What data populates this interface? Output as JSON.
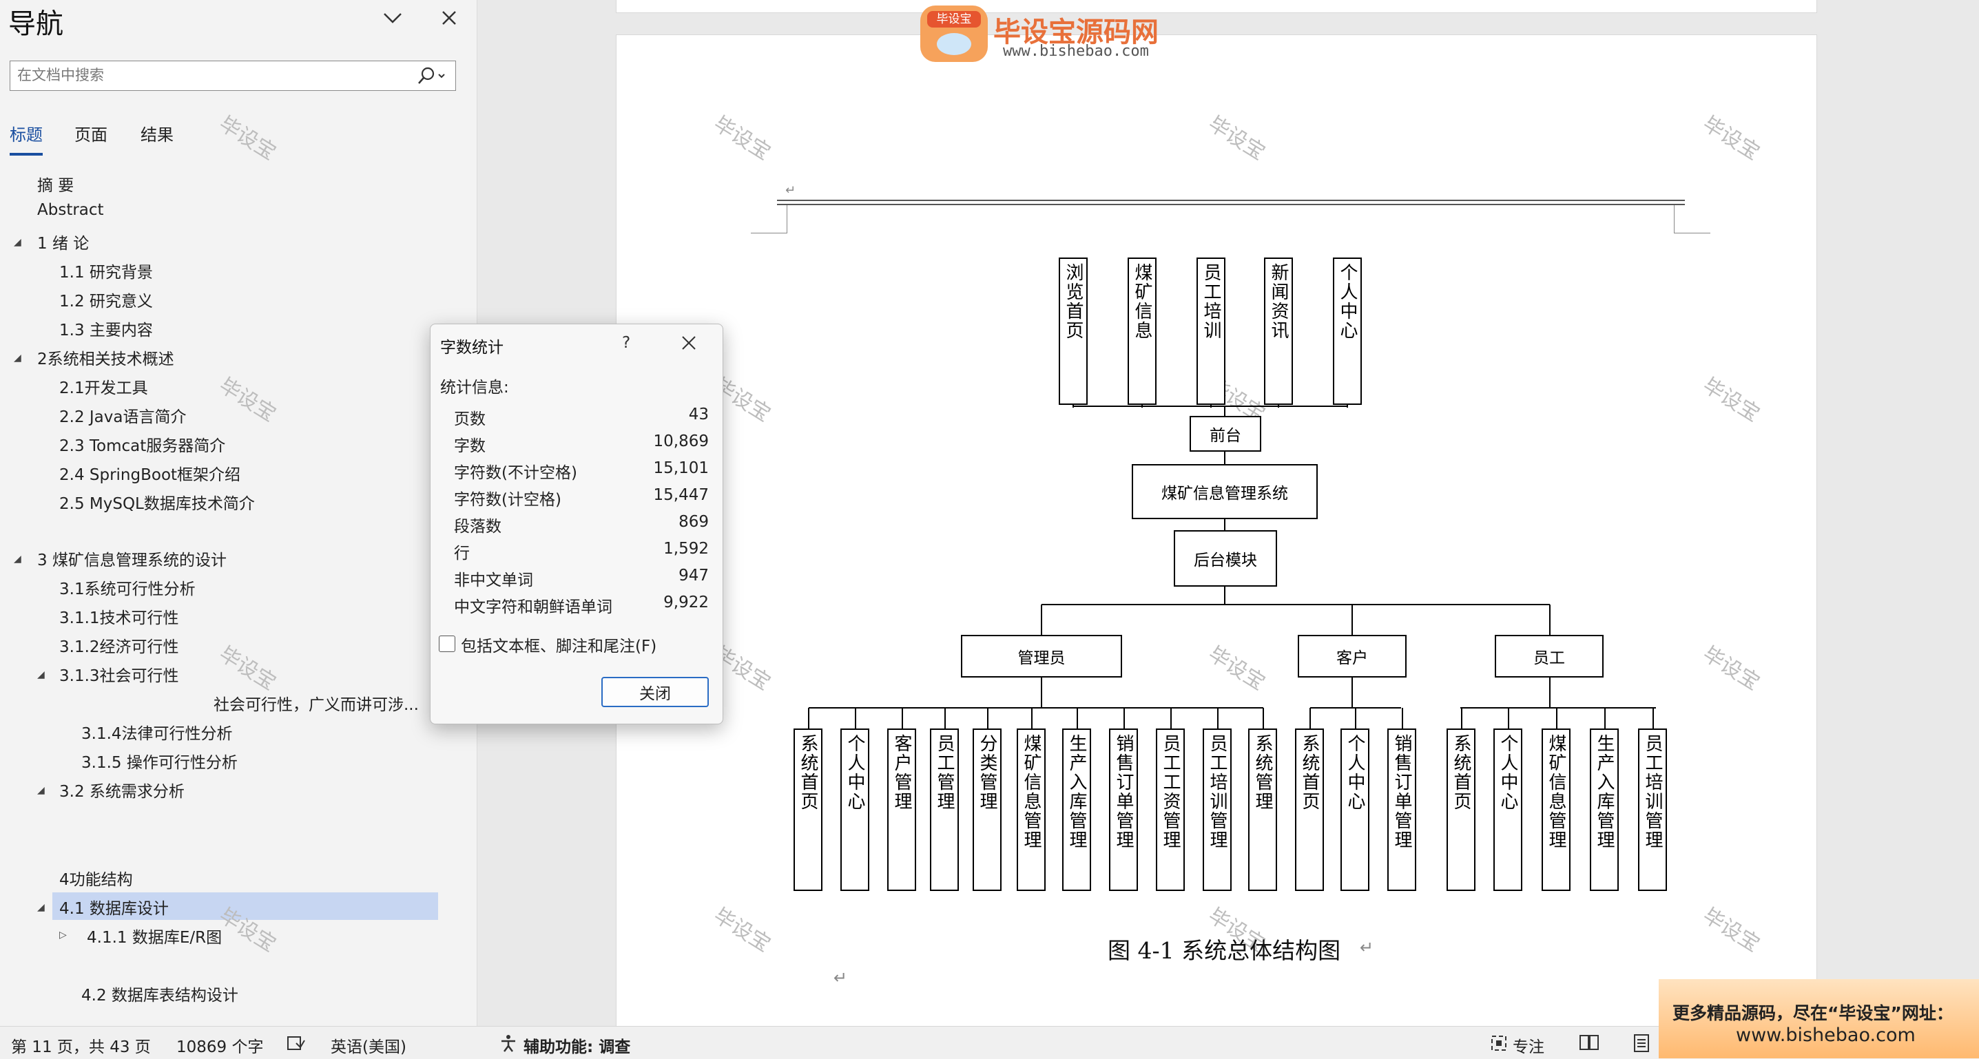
{
  "nav": {
    "title": "导航",
    "search_placeholder": "在文档中搜索",
    "tabs": [
      "标题",
      "页面",
      "结果"
    ],
    "items": [
      "摘  要",
      "Abstract",
      "1 绪  论",
      "1.1 研究背景",
      "1.2 研究意义",
      "1.3 主要内容",
      "2系统相关技术概述",
      "2.1开发工具",
      "2.2 Java语言简介",
      "2.3 Tomcat服务器简介",
      "2.4 SpringBoot框架介绍",
      "2.5 MySQL数据库技术简介",
      "3 煤矿信息管理系统的设计",
      "3.1系统可行性分析",
      "3.1.1技术可行性",
      "3.1.2经济可行性",
      "3.1.3社会可行性",
      "社会可行性，广义而讲可涉...",
      "3.1.4法律可行性分析",
      "3.1.5 操作可行性分析",
      "3.2 系统需求分析",
      "4功能结构",
      "4.1 数据库设计",
      "4.1.1 数据库E/R图",
      "4.2 数据库表结构设计"
    ]
  },
  "watermark": {
    "text": "毕设宝"
  },
  "logo": {
    "badge": "毕设宝",
    "name": "毕设宝源码网",
    "url": "www.bishebao.com"
  },
  "diagram": {
    "front_modules": [
      "浏览首页",
      "煤矿信息",
      "员工培训",
      "新闻资讯",
      "个人中心"
    ],
    "front": "前台",
    "system": "煤矿信息管理系统",
    "backend": "后台模块",
    "roles": [
      "管理员",
      "客户",
      "员工"
    ],
    "admin_modules": [
      "系统首页",
      "个人中心",
      "客户管理",
      "员工管理",
      "分类管理",
      "煤矿信息管理",
      "生产入库管理",
      "销售订单管理",
      "员工工资管理",
      "员工培训管理",
      "系统管理"
    ],
    "customer_modules": [
      "系统首页",
      "个人中心",
      "销售订单管理"
    ],
    "staff_modules": [
      "系统首页",
      "个人中心",
      "煤矿信息管理",
      "生产入库管理",
      "员工培训管理"
    ],
    "caption": "图 4-1  系统总体结构图"
  },
  "dialog": {
    "title": "字数统计",
    "help": "?",
    "section": "统计信息:",
    "stats": [
      {
        "label": "页数",
        "value": "43"
      },
      {
        "label": "字数",
        "value": "10,869"
      },
      {
        "label": "字符数(不计空格)",
        "value": "15,101"
      },
      {
        "label": "字符数(计空格)",
        "value": "15,447"
      },
      {
        "label": "段落数",
        "value": "869"
      },
      {
        "label": "行",
        "value": "1,592"
      },
      {
        "label": "非中文单词",
        "value": "947"
      },
      {
        "label": "中文字符和朝鲜语单词",
        "value": "9,922"
      }
    ],
    "checkbox_label": "包括文本框、脚注和尾注(F)",
    "close_label": "关闭"
  },
  "status": {
    "page": "第 11 页，共 43 页",
    "words": "10869 个字",
    "language": "英语(美国)",
    "accessibility": "辅助功能: 调查",
    "focus": "专注"
  },
  "promo": {
    "line1": "更多精品源码，尽在“毕设宝”网址：",
    "line2": "www.bishebao.com"
  }
}
